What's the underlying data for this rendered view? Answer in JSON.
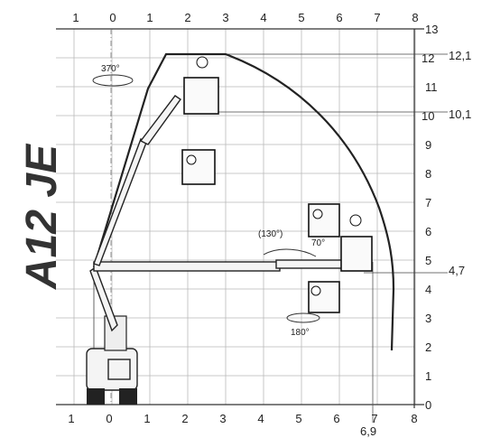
{
  "model": "A12 JE",
  "axes": {
    "x_top_ticks": [
      "1",
      "0",
      "1",
      "2",
      "3",
      "4",
      "5",
      "6",
      "7",
      "8"
    ],
    "x_bottom_ticks": [
      "1",
      "0",
      "1",
      "2",
      "3",
      "4",
      "5",
      "6",
      "7",
      "8"
    ],
    "y_ticks": [
      "0",
      "1",
      "2",
      "3",
      "4",
      "5",
      "6",
      "7",
      "8",
      "9",
      "10",
      "11",
      "12",
      "13"
    ],
    "height_callouts": [
      "12,1",
      "10,1",
      "4,7"
    ],
    "reach_callout": "6,9"
  },
  "rotation_labels": {
    "turret": "370°",
    "jib": "(130°)",
    "jib_small": "70°",
    "basket": "180°"
  }
}
